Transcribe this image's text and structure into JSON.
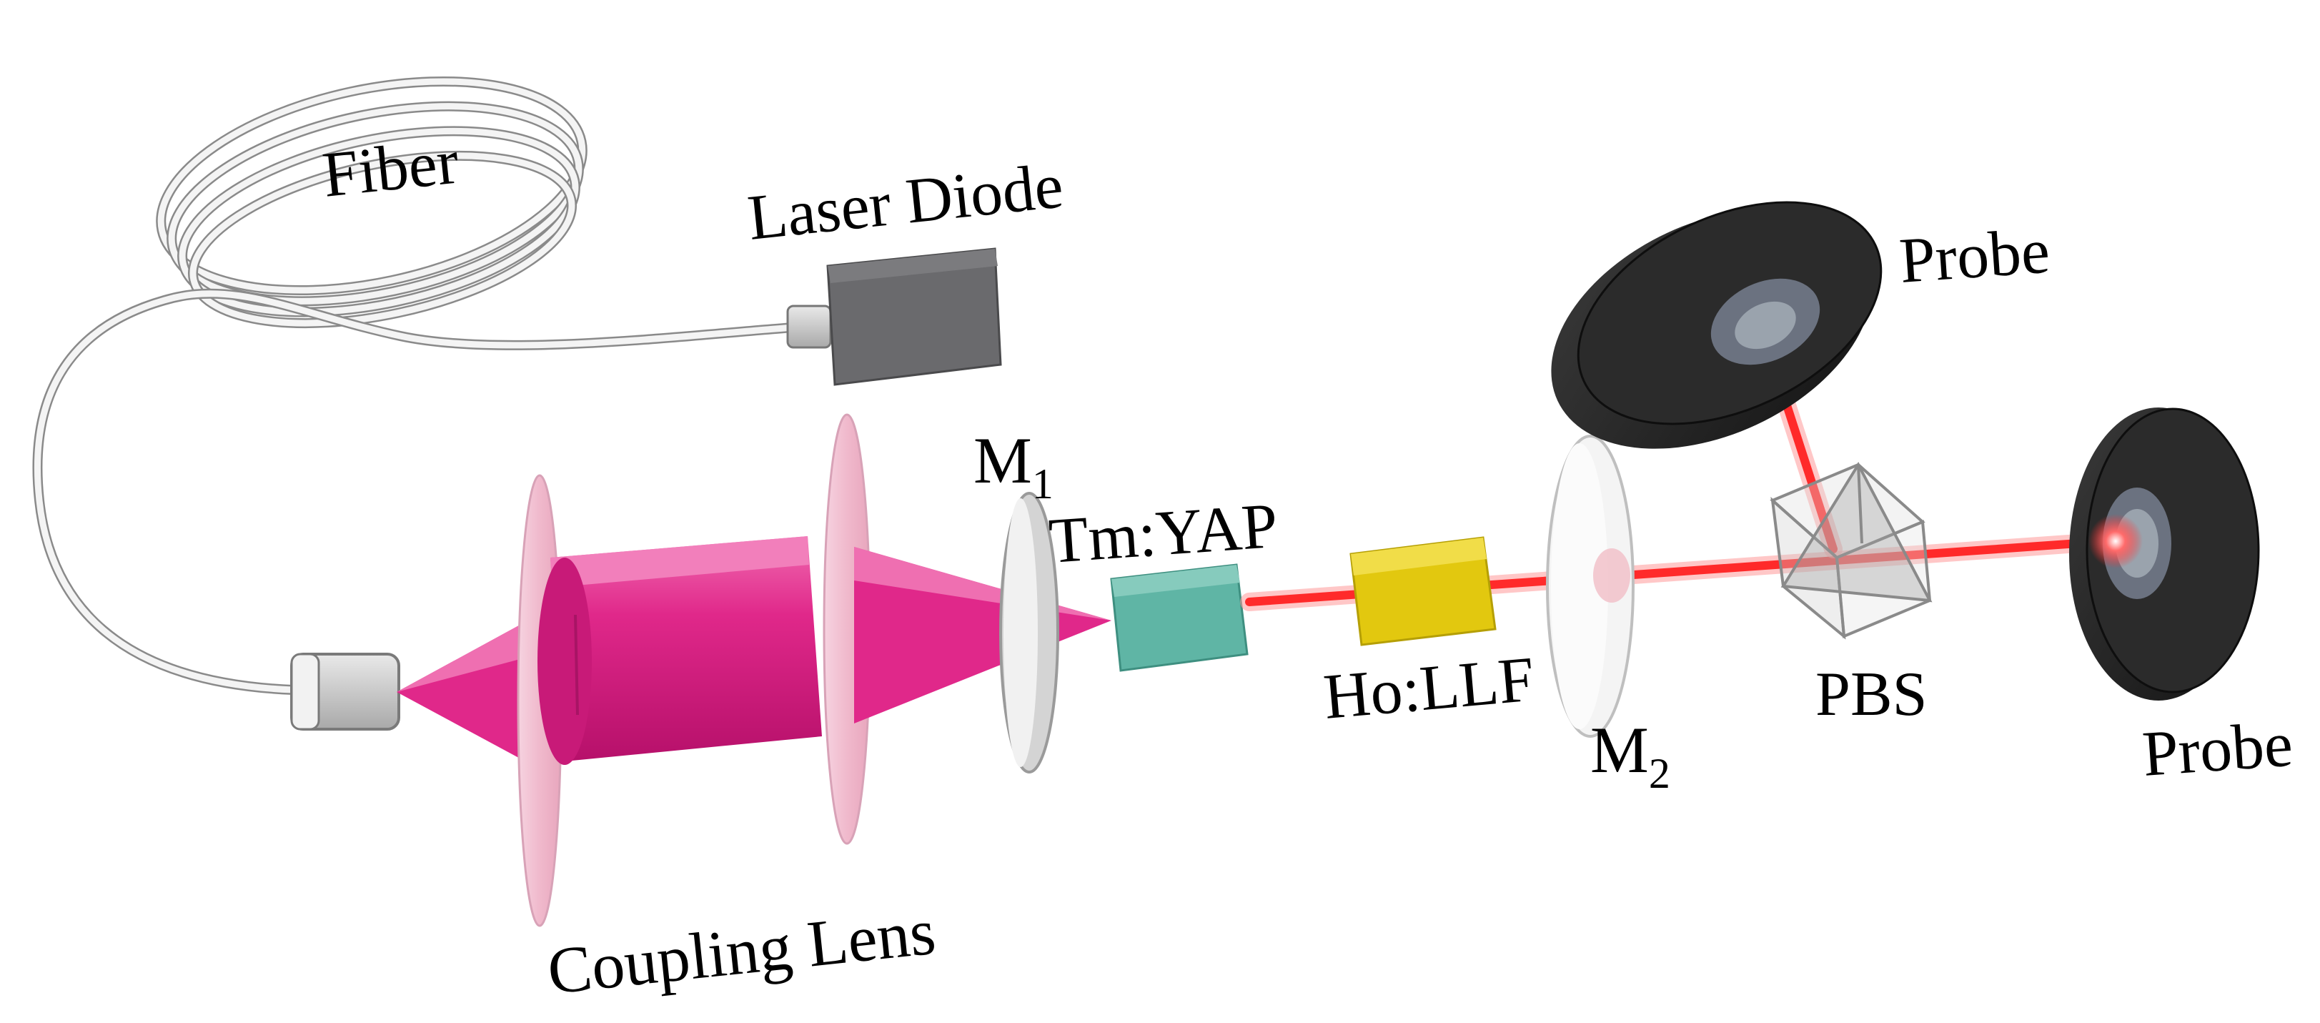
{
  "diagram": {
    "labels": {
      "fiber": "Fiber",
      "laser_diode": "Laser Diode",
      "m1": {
        "base": "M",
        "sub": "1"
      },
      "tm_yap": "Tm:YAP",
      "coupling_lens": "Coupling Lens",
      "ho_llf": "Ho:LLF",
      "m2": {
        "base": "M",
        "sub": "2"
      },
      "pbs": "PBS",
      "probe_top": "Probe",
      "probe_right": "Probe"
    },
    "colors": {
      "lens_magenta": "#e0288a",
      "disk_pink": "#f3c6d6",
      "beam_red": "#ff2a2a",
      "tm_yap_teal": "#5fb5a5",
      "ho_llf_yellow": "#e2c80f",
      "laser_diode_gray": "#6a6a6d",
      "probe_black": "#1f1f1f",
      "fiber_gray": "#bdbdbd"
    }
  }
}
